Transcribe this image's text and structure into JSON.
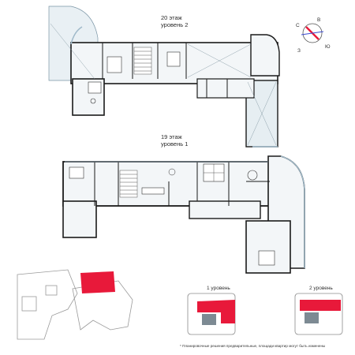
{
  "floor20": {
    "floor": "20 этаж",
    "level": "уровень 2"
  },
  "floor19": {
    "floor": "19 этаж",
    "level": "уровень 1"
  },
  "compass": {
    "north": "С",
    "south": "Ю",
    "east": "В",
    "west": "З"
  },
  "minimaps": {
    "level1": "1 уровень",
    "level2": "2 уровень"
  },
  "footnote": "* Планировочные решения предварительные, площади квартир могут быть изменены",
  "colors": {
    "wall": "#1a1a1a",
    "glazing": "#9fb9c9",
    "floor": "#eef2f4",
    "terrace": "#e4edf1",
    "highlight": "#e8193a",
    "outline": "#555555",
    "compass_needle": "#e8193a"
  },
  "icons": [
    "compass-rose-icon"
  ]
}
